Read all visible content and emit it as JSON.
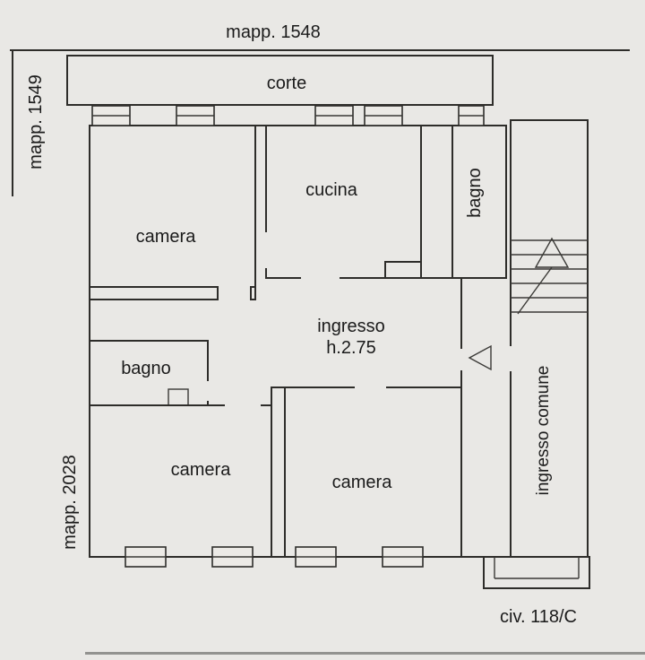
{
  "colors": {
    "background": "#e9e8e5",
    "ink": "#2e2d2a",
    "text": "#1b1b1b"
  },
  "parcels": {
    "top": "mapp. 1548",
    "left_upper": "mapp. 1549",
    "left_lower": "mapp. 2028"
  },
  "rooms": {
    "corte": "corte",
    "cucina": "cucina",
    "camera_top_left": "camera",
    "camera_bottom_left": "camera",
    "camera_bottom_center": "camera",
    "bagno_right": "bagno",
    "bagno_left": "bagno",
    "ingresso_line1": "ingresso",
    "ingresso_line2": "h.2.75",
    "ingresso_comune": "ingresso comune"
  },
  "address": {
    "civico": "civ. 118/C"
  }
}
